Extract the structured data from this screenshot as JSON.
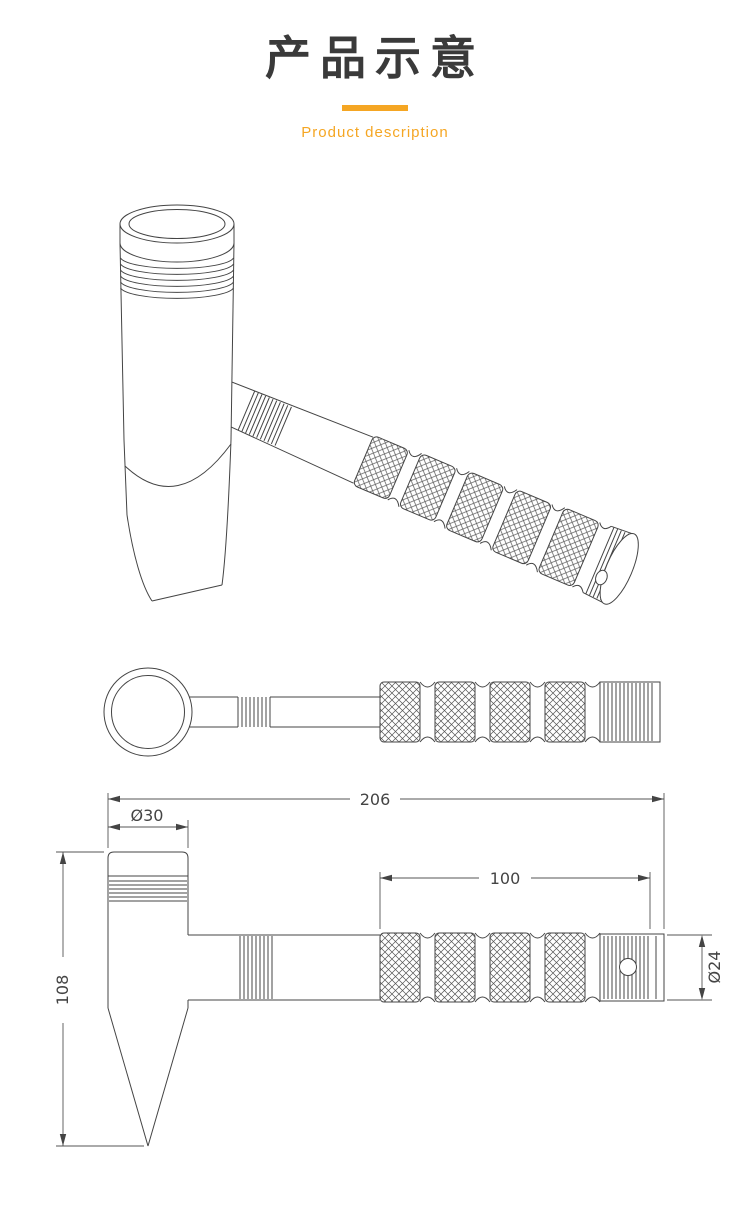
{
  "header": {
    "title": "产品示意",
    "subtitle": "Product description",
    "accent_color": "#f5a623"
  },
  "drawings": {
    "dimensions": {
      "total_length": "206",
      "head_diameter": "Ø30",
      "grip_length": "100",
      "head_height": "108",
      "handle_diameter": "Ø24"
    }
  }
}
